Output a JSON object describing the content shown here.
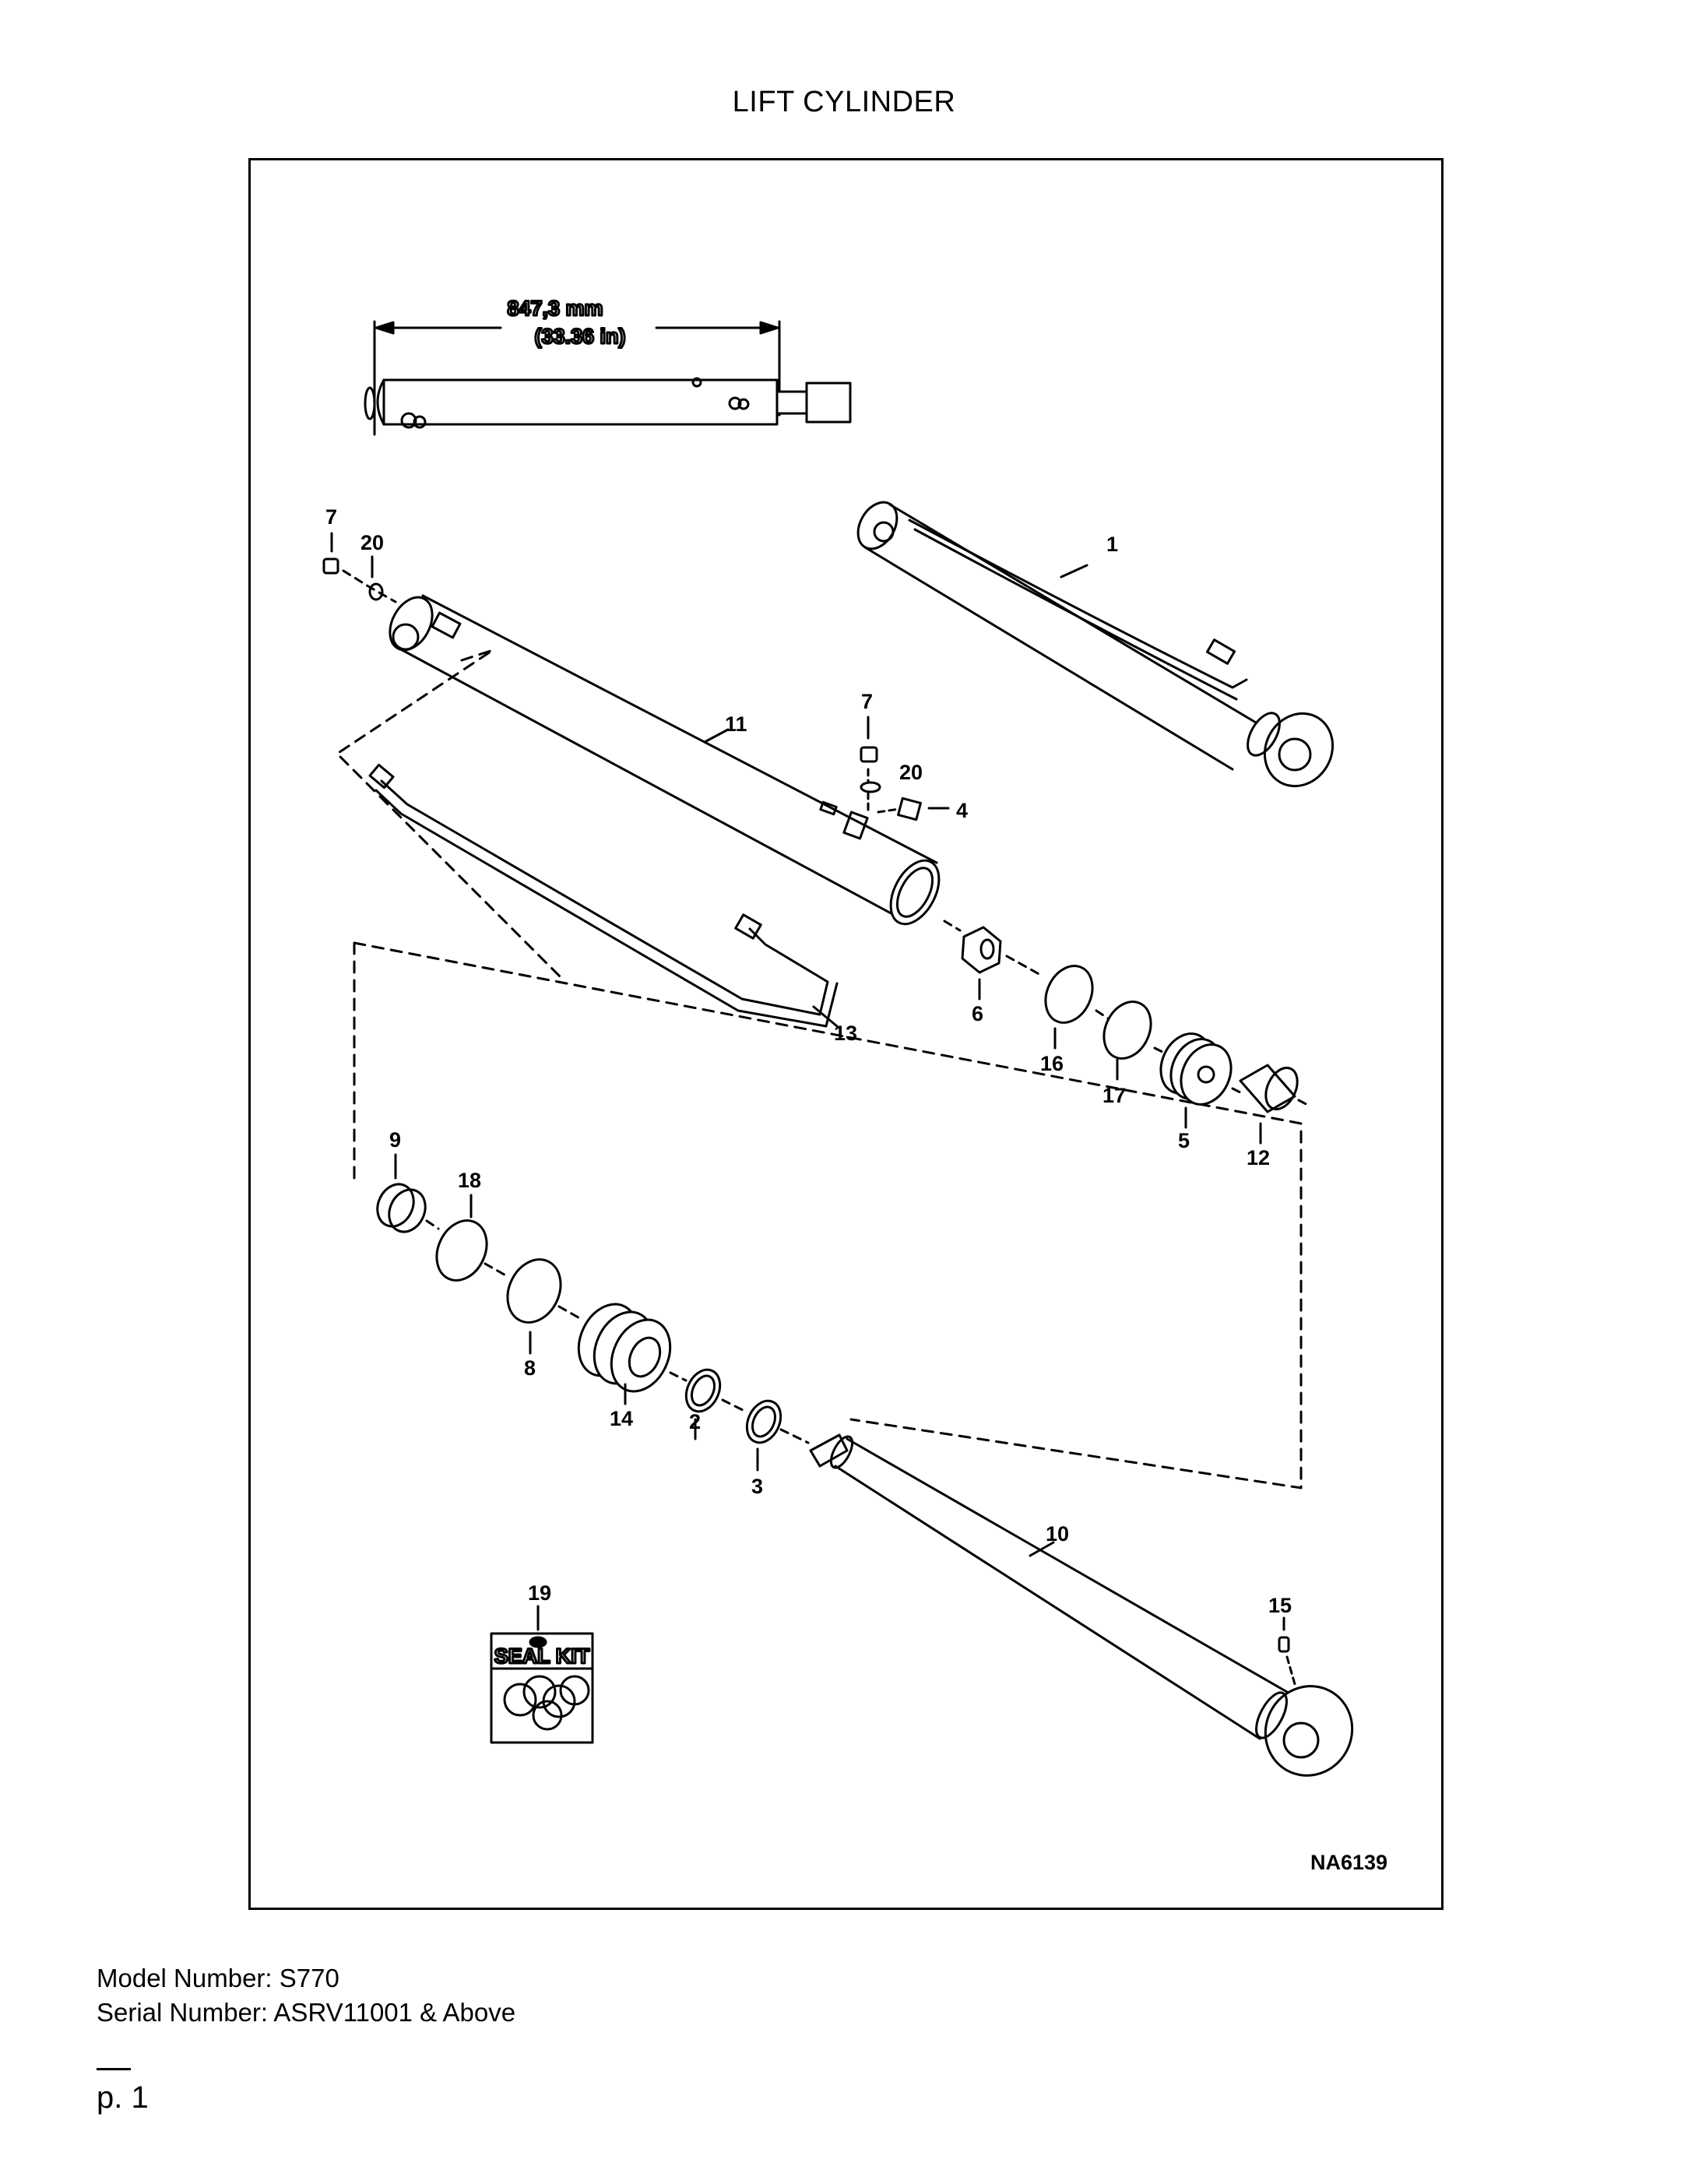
{
  "page": {
    "title": "LIFT CYLINDER",
    "model": "Model Number: S770",
    "serial": "Serial Number: ASRV11001 & Above",
    "page_number": "p. 1"
  },
  "diagram": {
    "dimension_mm": "847,3 mm",
    "dimension_in": "(33.36 in)",
    "drawing_id": "NA6139",
    "seal_kit_label": "SEAL KIT",
    "callouts": {
      "c1": "1",
      "c2": "2",
      "c3": "3",
      "c4": "4",
      "c5": "5",
      "c6": "6",
      "c7a": "7",
      "c7b": "7",
      "c8": "8",
      "c9": "9",
      "c10": "10",
      "c11": "11",
      "c12": "12",
      "c13": "13",
      "c14": "14",
      "c15": "15",
      "c16": "16",
      "c17": "17",
      "c18": "18",
      "c19": "19",
      "c20a": "20",
      "c20b": "20"
    }
  }
}
